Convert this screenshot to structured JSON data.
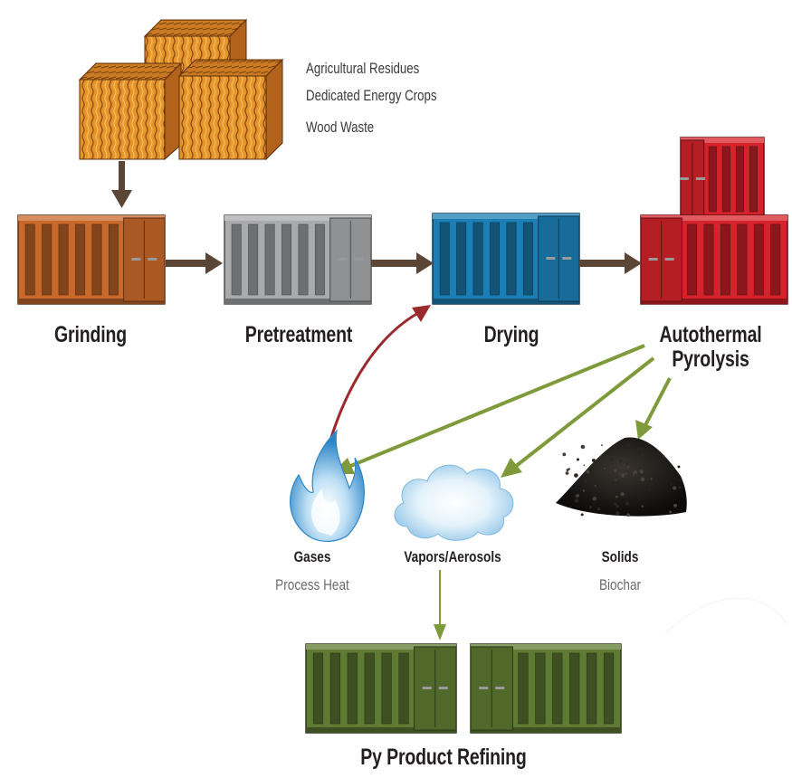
{
  "feedstocks": [
    "Agricultural Residues",
    "Dedicated Energy Crops",
    "Wood Waste"
  ],
  "stages": {
    "grinding": "Grinding",
    "pretreatment": "Pretreatment",
    "drying": "Drying",
    "pyrolysis_line1": "Autothermal",
    "pyrolysis_line2": "Pyrolysis",
    "refining": "Py Product Refining"
  },
  "products": {
    "gases_title": "Gases",
    "gases_sub": "Process Heat",
    "vapors_title": "Vapors/Aerosols",
    "solids_title": "Solids",
    "solids_sub": "Biochar"
  },
  "colors": {
    "grinding": "#c8682a",
    "pretreatment": "#a9aaac",
    "drying": "#1b7fb5",
    "pyrolysis": "#d6232b",
    "refining": "#5f7a32",
    "flow_arrow": "#5b4636",
    "product_arrow": "#7f9a3b",
    "recycle_arrow": "#9b2a2f",
    "hay": "#e0902b"
  }
}
